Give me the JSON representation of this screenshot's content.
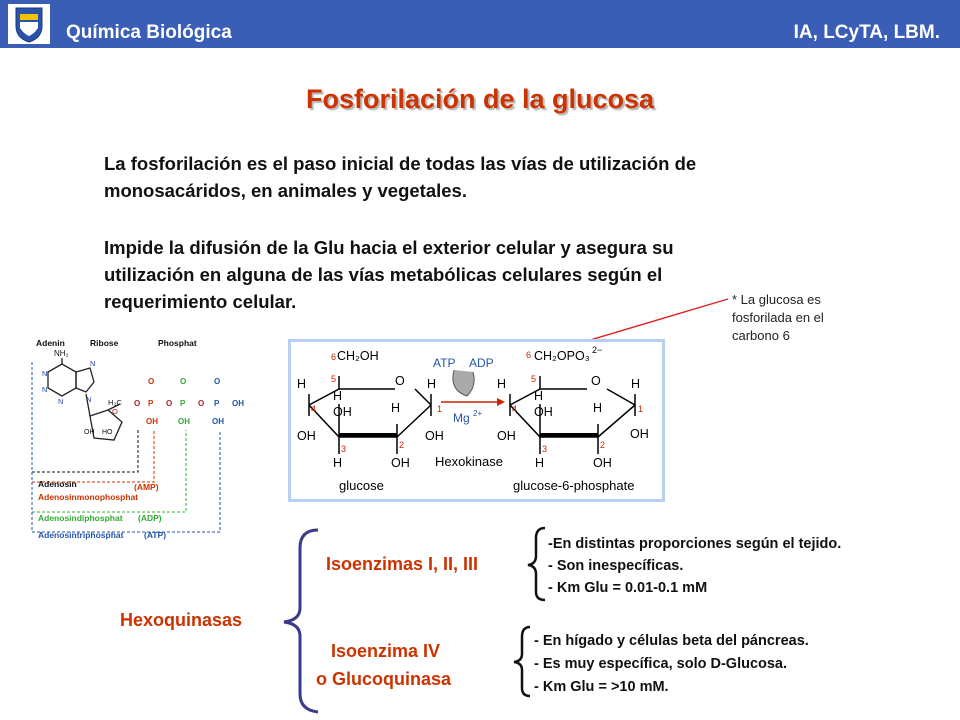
{
  "header": {
    "left": "Química Biológica",
    "right": "IA, LCyTA, LBM."
  },
  "title": "Fosforilación de la glucosa",
  "paragraphs": [
    {
      "line1": "La fosforilación es el paso inicial de todas las vías de utilización de",
      "line2": "monosacáridos, en animales y vegetales."
    },
    {
      "line1": "Impide la difusión de la Glu hacia el exterior celular y asegura su",
      "line2": "utilización en alguna de las vías metabólicas celulares según el",
      "line3": "requerimiento celular."
    }
  ],
  "note": {
    "line1": "* La glucosa es",
    "line2": "fosforilada en el",
    "line3": "carbono 6"
  },
  "reaction": {
    "atp": "ATP",
    "adp": "ADP",
    "mg": "Mg",
    "mg_sup": "2+",
    "enzyme": "Hexokinase",
    "substrate": "glucose",
    "product": "glucose-6-phosphate",
    "ch2oh": "CH₂OH",
    "ch2opo3": "CH₂OPO₃",
    "charge": "2−",
    "H": "H",
    "OH": "OH",
    "O": "O",
    "c1": "1",
    "c2": "2",
    "c3": "3",
    "c4": "4",
    "c5": "5",
    "c6": "6"
  },
  "nucleotide": {
    "adenin": "Adenin",
    "ribose": "Ribose",
    "phosphat": "Phosphat",
    "nh2": "NH₂",
    "h2c": "H₂C",
    "oh": "OH",
    "ho": "HO",
    "o": "O",
    "p": "P",
    "n": "N",
    "adenosin": "Adenosin",
    "amp": "Adenosinmonophosphat",
    "amp_tag": "(AMP)",
    "adp": "Adenosindiphosphat",
    "adp_tag": "(ADP)",
    "atp": "Adenosintriphosphat",
    "atp_tag": "(ATP)"
  },
  "classification": {
    "root": "Hexoquinasas",
    "iso1": "Isoenzimas I, II, III",
    "iso1_items": [
      "-En distintas proporciones según el tejido.",
      "- Son inespecíficas.",
      "- Km Glu = 0.01-0.1 mM"
    ],
    "iso4_line1": "Isoenzima IV",
    "iso4_line2": "o Glucoquinasa",
    "iso4_items": [
      "- En hígado y células beta del páncreas.",
      "- Es muy específica, solo D-Glucosa.",
      "- Km Glu = >10 mM."
    ]
  },
  "colors": {
    "header_bg": "#3a5db5",
    "title": "#cc3300",
    "carbon_numbers": "#cc2200",
    "box_border": "#b7cff0",
    "adp_green": "#33aa33",
    "atp_blue": "#2255aa"
  }
}
